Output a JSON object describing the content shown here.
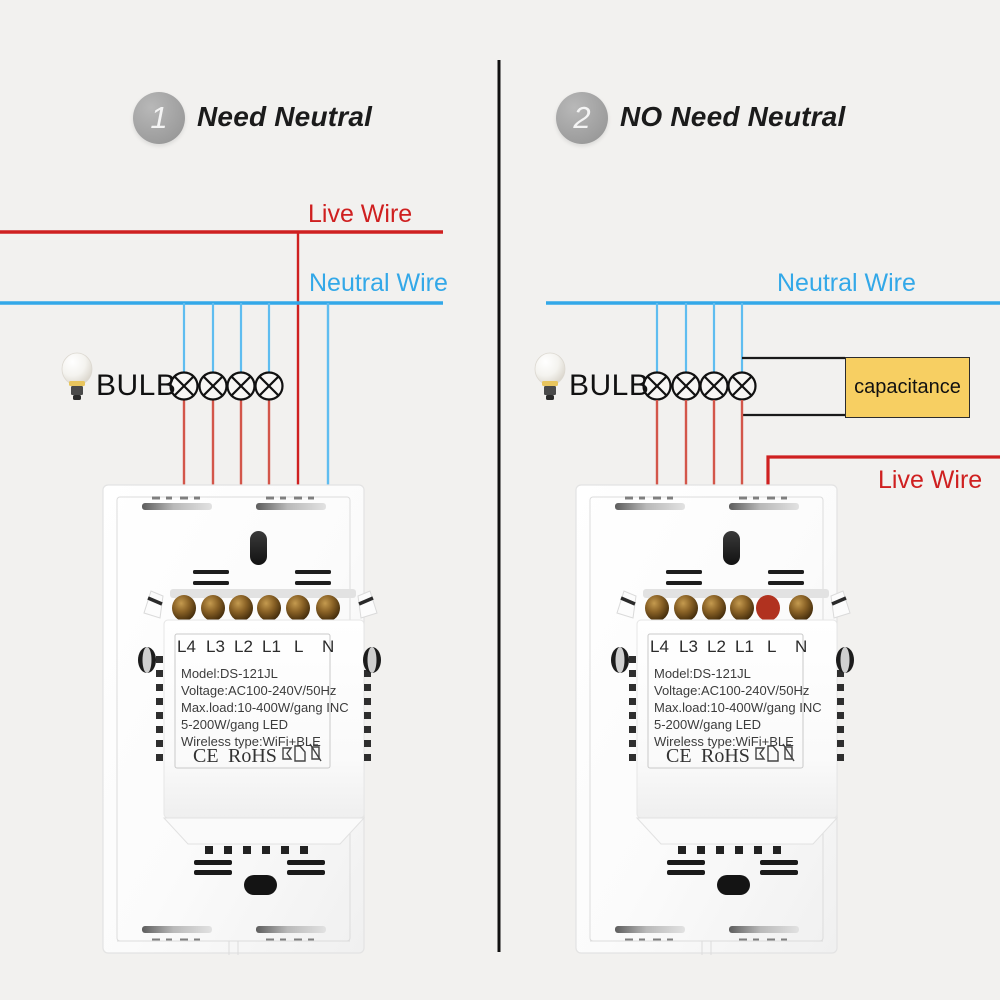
{
  "background_color": "#f2f1ef",
  "divider_color": "#111111",
  "colors": {
    "live": "#cf2020",
    "neutral": "#33a8e8",
    "capacitance_fill": "#f7cf62",
    "black_wire": "#1a1a1a",
    "number_badge": "#9d9d9d"
  },
  "panels": [
    {
      "number": "1",
      "title": "Need Neutral",
      "labels": {
        "live_wire": "Live Wire",
        "neutral_wire": "Neutral Wire",
        "bulb": "BULB"
      },
      "device": {
        "terminals": [
          "L4",
          "L3",
          "L2",
          "L1",
          "L",
          "N"
        ],
        "spec_lines": [
          "Model:DS-121JL",
          "Voltage:AC100-240V/50Hz",
          "Max.load:10-400W/gang  INC",
          "            5-200W/gang  LED",
          "Wireless type:WiFi+BLE"
        ],
        "certifications": [
          "CE",
          "RoHS",
          "house-icon",
          "weee-bin-icon"
        ]
      },
      "wiring_notes": {
        "bulb_count": 4,
        "live_to_terminals": [
          "L4",
          "L3",
          "L2",
          "L1",
          "L"
        ],
        "neutral_to_terminals": [
          "N"
        ],
        "has_capacitance": false
      }
    },
    {
      "number": "2",
      "title": "NO Need Neutral",
      "labels": {
        "live_wire": "Live Wire",
        "neutral_wire": "Neutral Wire",
        "bulb": "BULB",
        "capacitance": "capacitance"
      },
      "device": {
        "terminals": [
          "L4",
          "L3",
          "L2",
          "L1",
          "L",
          "N"
        ],
        "spec_lines": [
          "Model:DS-121JL",
          "Voltage:AC100-240V/50Hz",
          "Max.load:10-400W/gang  INC",
          "            5-200W/gang  LED",
          "Wireless type:WiFi+BLE"
        ],
        "certifications": [
          "CE",
          "RoHS",
          "house-icon",
          "weee-bin-icon"
        ]
      },
      "wiring_notes": {
        "bulb_count": 4,
        "live_to_terminals": [
          "L4",
          "L3",
          "L2",
          "L1",
          "L"
        ],
        "neutral_to_terminals": [],
        "has_capacitance": true
      }
    }
  ]
}
